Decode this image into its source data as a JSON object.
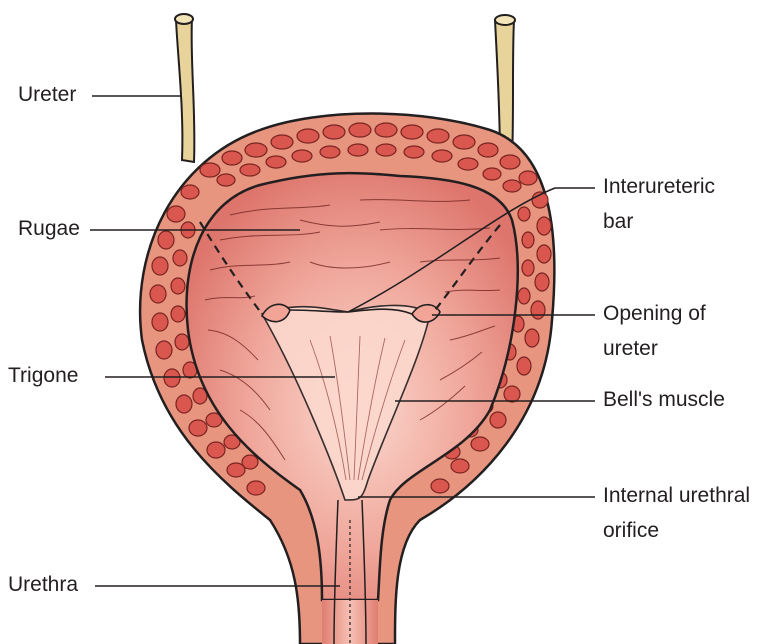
{
  "labels": {
    "ureter": "Ureter",
    "rugae": "Rugae",
    "trigone": "Trigone",
    "urethra": "Urethra",
    "interureteric_bar_line1": "Interureteric",
    "interureteric_bar_line2": "bar",
    "opening_of_ureter_line1": "Opening of",
    "opening_of_ureter_line2": "ureter",
    "bells_muscle": "Bell's muscle",
    "internal_urethral_orifice_line1": "Internal urethral",
    "internal_urethral_orifice_line2": "orifice"
  },
  "colors": {
    "outer_wall": "#e8957f",
    "muscle_blocks": "#d9574f",
    "inner_lumen": "#e88a82",
    "lumen_light": "#f7c7bd",
    "ureter_tube": "#e8d49a",
    "outline": "#231f20"
  }
}
